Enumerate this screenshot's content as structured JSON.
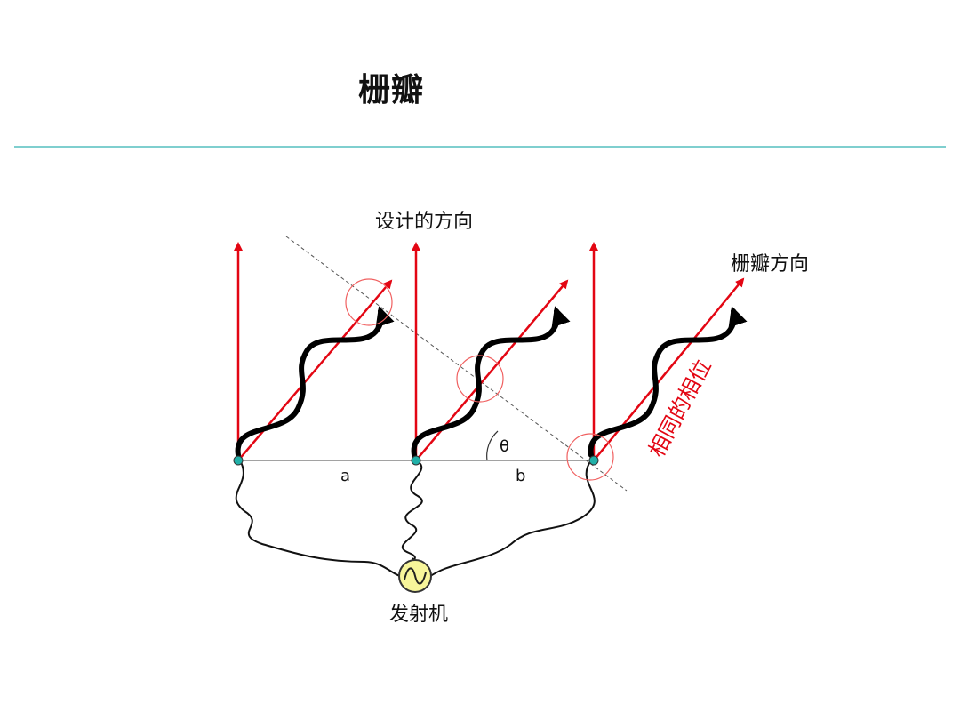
{
  "title": "栅瓣",
  "labels": {
    "design_direction": "设计的方向",
    "grating_lobe_direction": "栅瓣方向",
    "same_phase": "相同的相位",
    "theta": "θ",
    "spacing_a": "a",
    "spacing_b": "b",
    "transmitter": "发射机"
  },
  "colors": {
    "arrow": "#e30613",
    "wave": "#000000",
    "rule": "#7fcfcf",
    "phase_circle": "#f06060",
    "source_fill": "#f7f59a",
    "element_dot": "#20b0a8"
  }
}
